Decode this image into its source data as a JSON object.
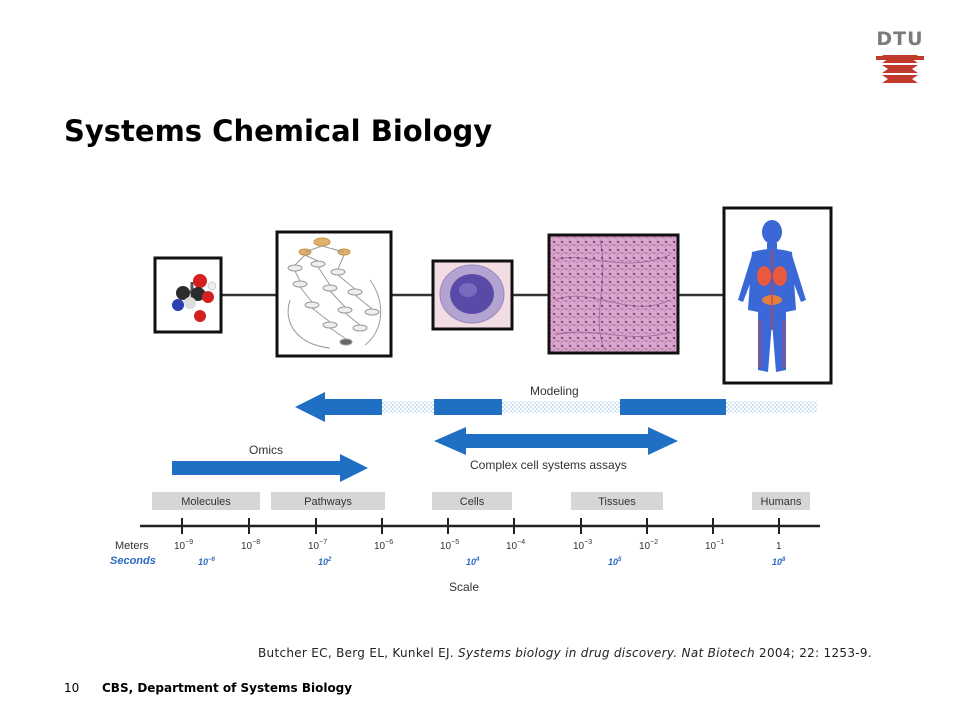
{
  "logo": {
    "text": "DTU",
    "colors": {
      "text": "#7b7b7b",
      "stripes": "#c0392b"
    }
  },
  "slide": {
    "title": "Systems Chemical Biology"
  },
  "figure": {
    "panels": [
      {
        "name": "molecule",
        "icon": "molecule-icon"
      },
      {
        "name": "pathway",
        "icon": "pathway-network-icon"
      },
      {
        "name": "cell",
        "icon": "cell-micrograph-icon"
      },
      {
        "name": "tissue",
        "icon": "tissue-histology-icon"
      },
      {
        "name": "human",
        "icon": "human-body-icon"
      }
    ],
    "arrows": {
      "modeling": "Modeling",
      "omics": "Omics",
      "assays": "Complex cell systems assays"
    },
    "categories": [
      "Molecules",
      "Pathways",
      "Cells",
      "Tissues",
      "Humans"
    ],
    "axis": {
      "meters_label": "Meters",
      "seconds_label": "Seconds",
      "meters_ticks": [
        {
          "base": "10",
          "exp": "−9"
        },
        {
          "base": "10",
          "exp": "−8"
        },
        {
          "base": "10",
          "exp": "−7"
        },
        {
          "base": "10",
          "exp": "−6"
        },
        {
          "base": "10",
          "exp": "−5"
        },
        {
          "base": "10",
          "exp": "−4"
        },
        {
          "base": "10",
          "exp": "−3"
        },
        {
          "base": "10",
          "exp": "−2"
        },
        {
          "base": "10",
          "exp": "−1"
        },
        {
          "base": "1",
          "exp": ""
        }
      ],
      "seconds_ticks": [
        {
          "base": "10",
          "exp": "−6"
        },
        {
          "base": "10",
          "exp": "2"
        },
        {
          "base": "10",
          "exp": "4"
        },
        {
          "base": "10",
          "exp": "5"
        },
        {
          "base": "10",
          "exp": "8"
        }
      ],
      "scale_label": "Scale"
    },
    "colors": {
      "arrow_blue": "#1f6fc4",
      "seconds_blue": "#2a6ac0",
      "category_bg": "#d6d6d6"
    }
  },
  "citation": {
    "authors": "Butcher EC, Berg EL, Kunkel EJ. ",
    "article": "Systems biology in drug discovery. Nat Biotech",
    "details": " 2004; 22: 1253-9."
  },
  "footer": {
    "page_number": "10",
    "organization": "CBS, Department of Systems Biology"
  }
}
